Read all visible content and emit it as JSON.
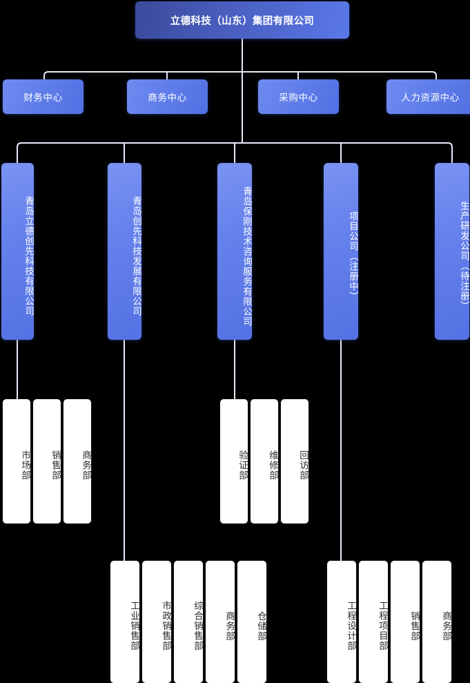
{
  "chart": {
    "type": "org-chart",
    "background": "#000000",
    "accent_blue": "#5f7de9",
    "root_blue": "#3a4a9b",
    "leaf_background": "#ffffff",
    "leaf_text_color": "#2c2c2c",
    "connector_color": "#e8ecfb"
  },
  "root": {
    "label": "立德科技（山东）集团有限公司"
  },
  "level2": [
    {
      "label": "财务中心"
    },
    {
      "label": "商务中心"
    },
    {
      "label": "采购中心"
    },
    {
      "label": "人力资源中心"
    }
  ],
  "level3": [
    {
      "label": "青岛立德创先科技有限公司"
    },
    {
      "label": "青岛创先科技发展有限公司"
    },
    {
      "label": "青岛保刚技术咨询服务有限公司"
    },
    {
      "label": "项目公司（注册中）"
    },
    {
      "label": "生产研发公司（待注册）"
    }
  ],
  "level4_group1": [
    {
      "label": "市场部"
    },
    {
      "label": "销售部"
    },
    {
      "label": "商务部"
    }
  ],
  "level4_group2": [
    {
      "label": "验证部"
    },
    {
      "label": "维修部"
    },
    {
      "label": "回访部"
    }
  ],
  "level5_group1": [
    {
      "label": "工业销售部"
    },
    {
      "label": "市政销售部"
    },
    {
      "label": "综合销售部"
    },
    {
      "label": "商务部"
    },
    {
      "label": "仓储部"
    }
  ],
  "level5_group2": [
    {
      "label": "工程设计部"
    },
    {
      "label": "工程项目部"
    },
    {
      "label": "销售部"
    },
    {
      "label": "商务部"
    }
  ]
}
